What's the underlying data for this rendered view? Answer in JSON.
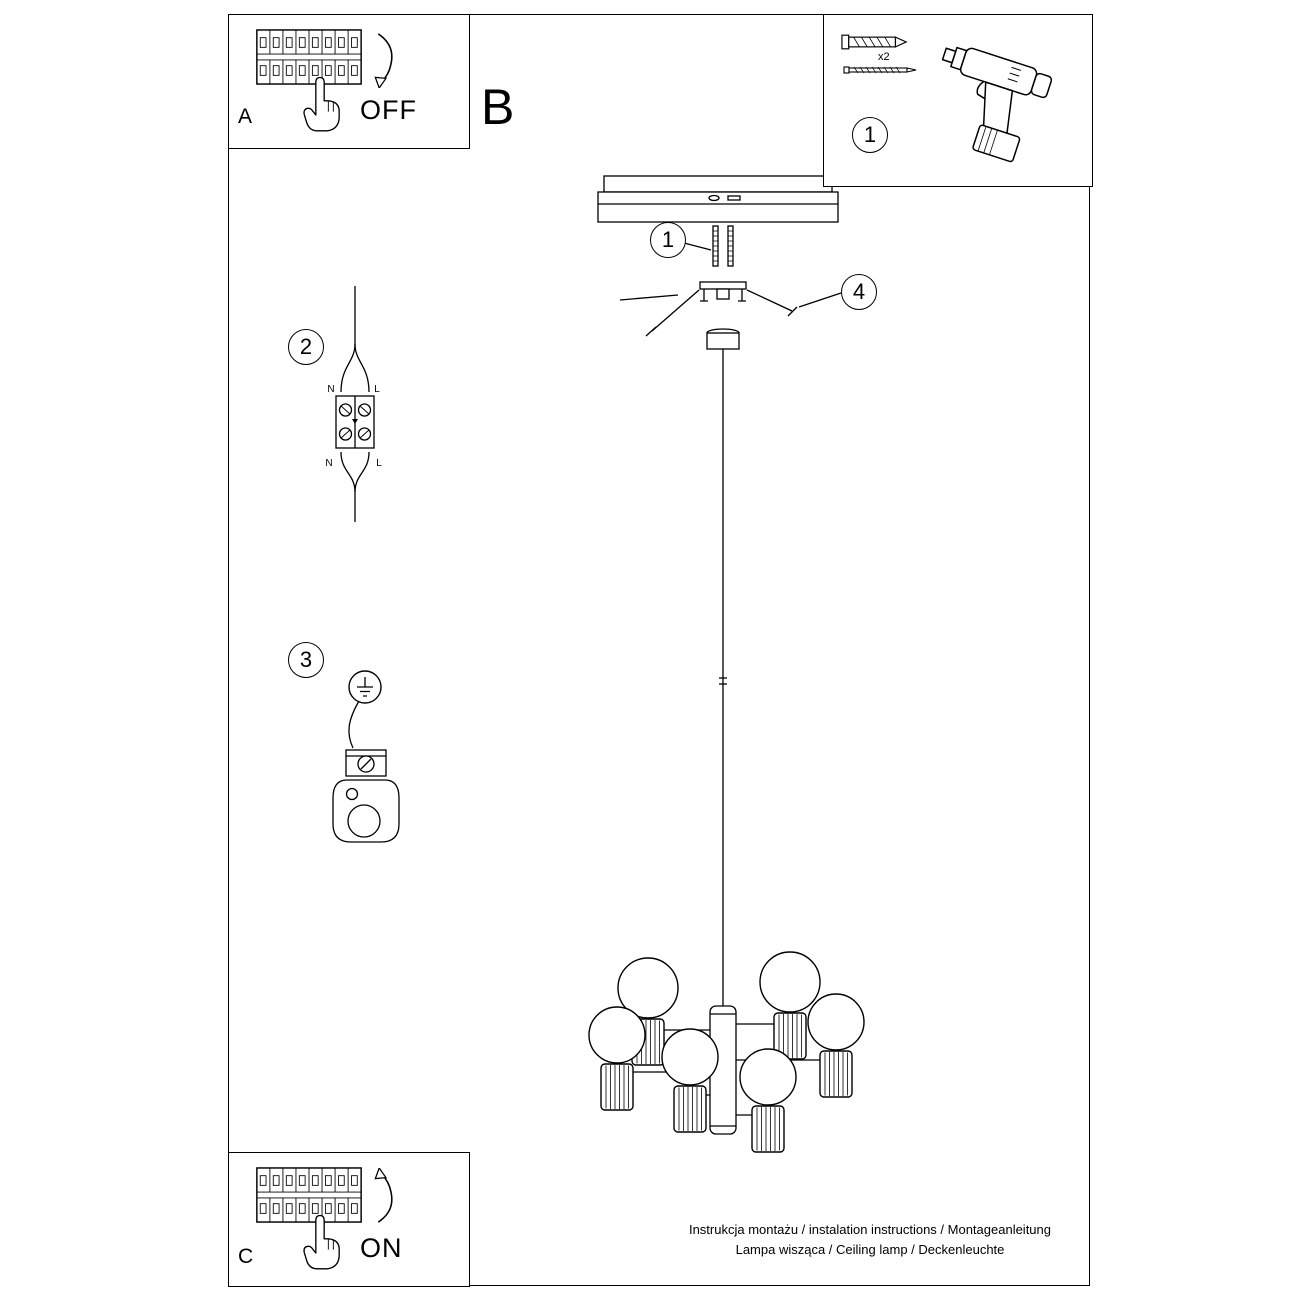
{
  "document": {
    "footer_line1": "Instrukcja montażu / instalation instructions / Montageanleitung",
    "footer_line2": "Lampa wisząca / Ceiling lamp / Deckenleuchte"
  },
  "panel_a": {
    "label": "A",
    "state_label": "OFF"
  },
  "panel_b": {
    "label": "B"
  },
  "panel_c": {
    "label": "C",
    "state_label": "ON"
  },
  "tools_box": {
    "step_number": "1",
    "anchor_quantity": "x2"
  },
  "callouts": {
    "screws": "1",
    "wiring": "2",
    "ground": "3",
    "bracket": "4"
  },
  "wiring_labels": {
    "top_neutral": "N",
    "top_live": "L",
    "bottom_neutral": "N",
    "bottom_live": "L"
  }
}
